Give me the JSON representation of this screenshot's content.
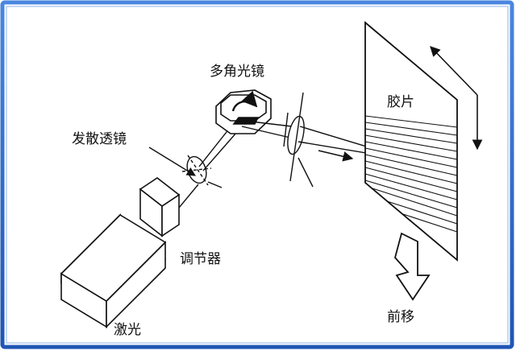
{
  "labels": {
    "polygon_mirror": "多角光镜",
    "diverging_lens": "发散透镜",
    "film": "胶片",
    "modulator": "调节器",
    "laser": "激光",
    "advance": "前移"
  },
  "colors": {
    "frame_blue": "#2f6fcf",
    "frame_inner": "#8fb3e8",
    "ink": "#111111",
    "background": "#ffffff"
  },
  "icons": {
    "advance_arrow": "down-arrow-icon",
    "film_motion_arrow": "double-arrow-icon",
    "mirror_rotation": "rotation-arrow-icon"
  }
}
